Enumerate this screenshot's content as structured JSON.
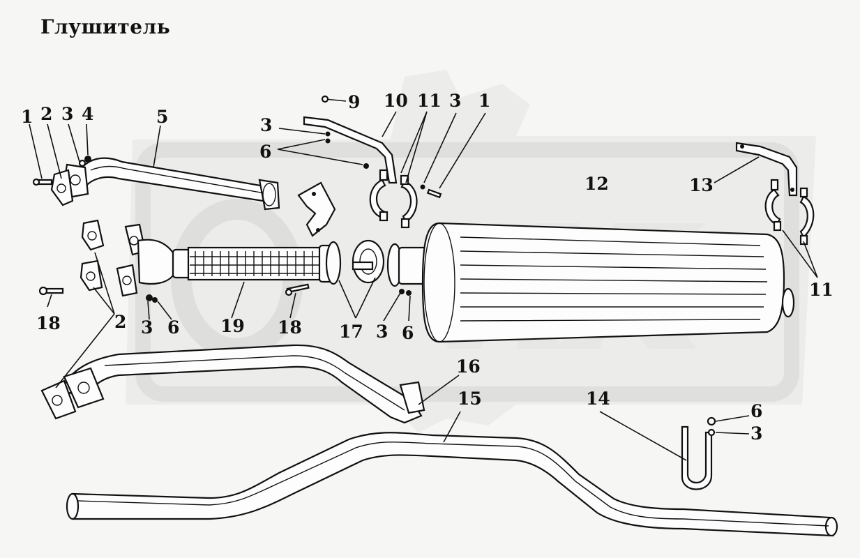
{
  "title": "Глушитель",
  "labels": [
    {
      "id": "l1a",
      "text": "1"
    },
    {
      "id": "l2a",
      "text": "2"
    },
    {
      "id": "l3a",
      "text": "3"
    },
    {
      "id": "l4",
      "text": "4"
    },
    {
      "id": "l5",
      "text": "5"
    },
    {
      "id": "l9",
      "text": "9"
    },
    {
      "id": "l10",
      "text": "10"
    },
    {
      "id": "l11a",
      "text": "11"
    },
    {
      "id": "l3b",
      "text": "3"
    },
    {
      "id": "l1b",
      "text": "1"
    },
    {
      "id": "l3c",
      "text": "3"
    },
    {
      "id": "l6a",
      "text": "6"
    },
    {
      "id": "l12",
      "text": "12"
    },
    {
      "id": "l13",
      "text": "13"
    },
    {
      "id": "l11b",
      "text": "11"
    },
    {
      "id": "l18a",
      "text": "18"
    },
    {
      "id": "l2b",
      "text": "2"
    },
    {
      "id": "l3d",
      "text": "3"
    },
    {
      "id": "l6b",
      "text": "6"
    },
    {
      "id": "l19",
      "text": "19"
    },
    {
      "id": "l18b",
      "text": "18"
    },
    {
      "id": "l17",
      "text": "17"
    },
    {
      "id": "l3e",
      "text": "3"
    },
    {
      "id": "l6c",
      "text": "6"
    },
    {
      "id": "l16",
      "text": "16"
    },
    {
      "id": "l15",
      "text": "15"
    },
    {
      "id": "l14",
      "text": "14"
    },
    {
      "id": "l6d",
      "text": "6"
    },
    {
      "id": "l3f",
      "text": "3"
    }
  ],
  "colors": {
    "ink": "#111111",
    "watermark": "#e4e4e2",
    "paper": "#f6f6f4"
  }
}
